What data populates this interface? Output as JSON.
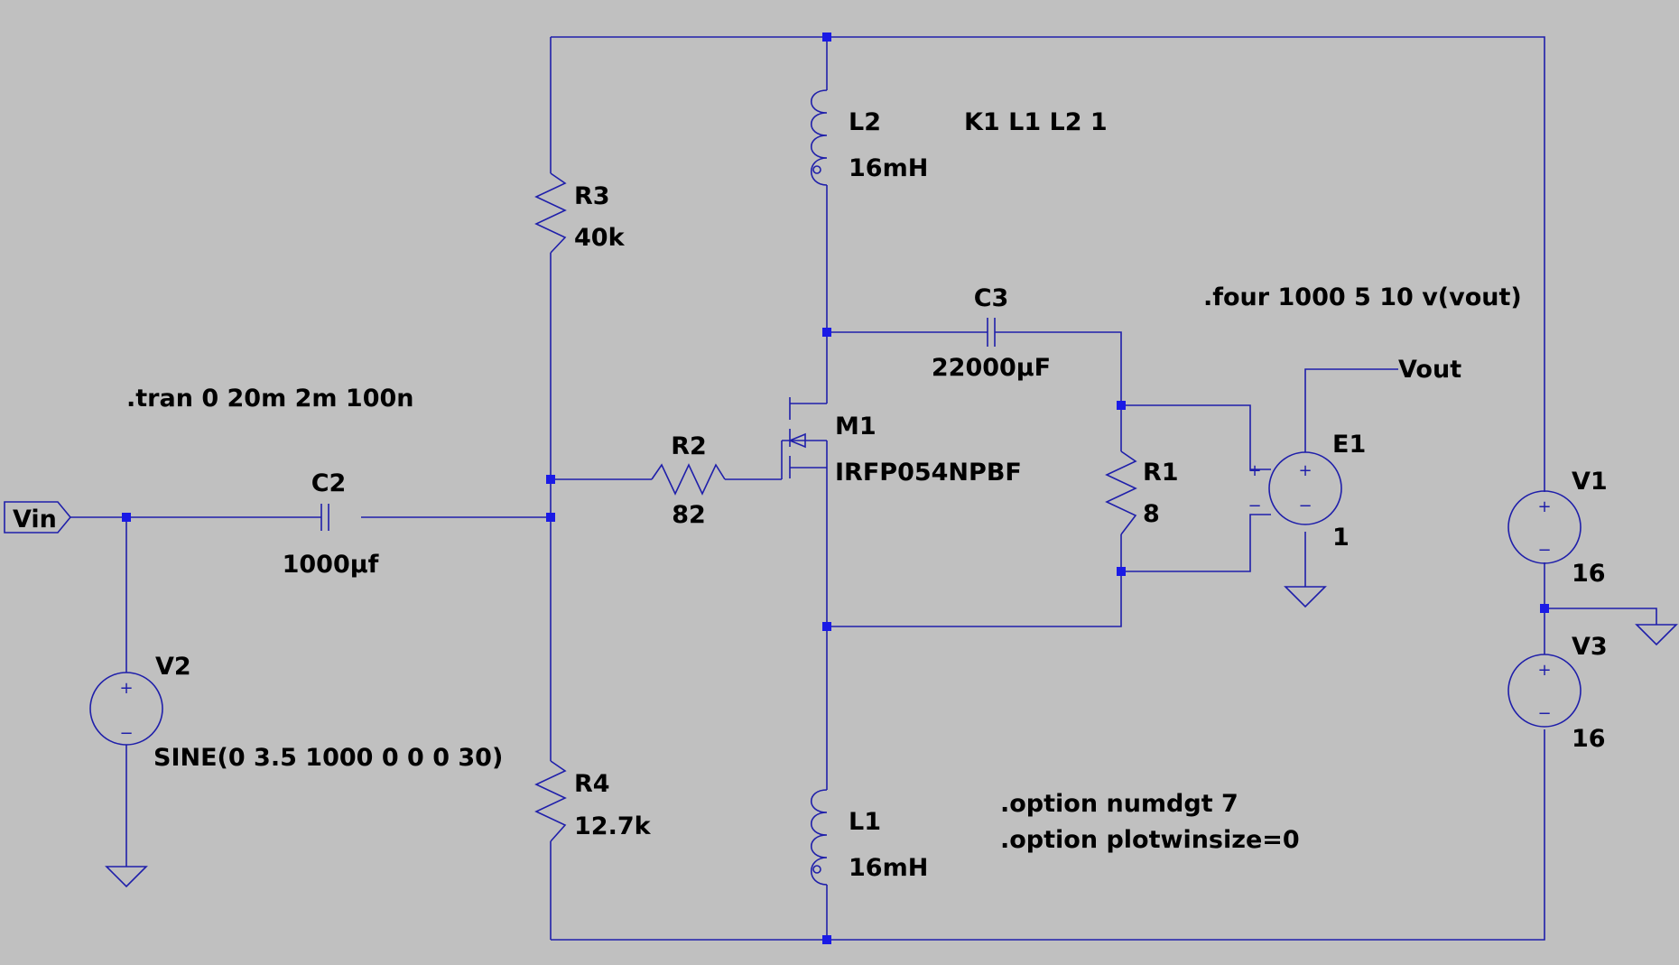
{
  "components": {
    "R1": {
      "name": "R1",
      "value": "8"
    },
    "R2": {
      "name": "R2",
      "value": "82"
    },
    "R3": {
      "name": "R3",
      "value": "40k"
    },
    "R4": {
      "name": "R4",
      "value": "12.7k"
    },
    "C2": {
      "name": "C2",
      "value": "1000µf"
    },
    "C3": {
      "name": "C3",
      "value": "22000µF"
    },
    "L1": {
      "name": "L1",
      "value": "16mH"
    },
    "L2": {
      "name": "L2",
      "value": "16mH"
    },
    "M1": {
      "name": "M1",
      "model": "IRFP054NPBF"
    },
    "E1": {
      "name": "E1",
      "value": "1"
    },
    "V1": {
      "name": "V1",
      "value": "16"
    },
    "V2": {
      "name": "V2",
      "value": "SINE(0 3.5 1000 0 0 0 30)"
    },
    "V3": {
      "name": "V3",
      "value": "16"
    }
  },
  "nets": {
    "vin": "Vin",
    "vout": "Vout"
  },
  "directives": {
    "coupling": "K1 L1 L2 1",
    "four": ".four 1000 5 10 v(vout)",
    "tran": ".tran 0 20m 2m 100n",
    "option1": ".option numdgt 7",
    "option2": ".option plotwinsize=0"
  },
  "colors": {
    "background": "#c0c0c0",
    "wire": "#1f1faa",
    "junction": "#1a1ae6",
    "text": "#000000"
  }
}
